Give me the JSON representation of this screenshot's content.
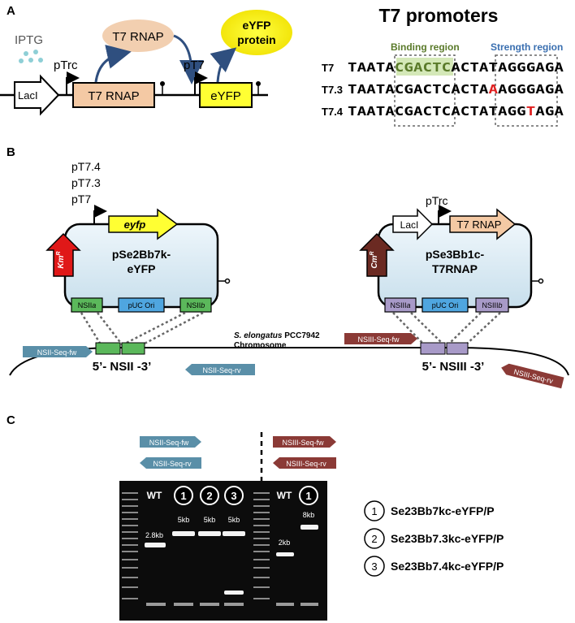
{
  "panel_a": {
    "label": "A",
    "iptg": "IPTG",
    "p_trc": "pTrc",
    "lacI": "LacI",
    "t7_rnap_gene": "T7 RNAP",
    "t7_rnap_protein": "T7 RNAP",
    "p_t7": "pT7",
    "eyfp_gene": "eYFP",
    "eyfp_protein_line1": "eYFP",
    "eyfp_protein_line2": "protein",
    "promoters_title": "T7 promoters",
    "binding_region": "Binding region",
    "strength_region": "Strength region",
    "promoters": [
      {
        "name": "T7",
        "seq_before": "TAATA",
        "seq_bind": "CGACTC",
        "seq_mid": "ACTATAGG",
        "seq_mut": "",
        "seq_after": "GAGA"
      },
      {
        "name": "T7.3",
        "seq_before": "TAATA",
        "seq_bind": "CGACTC",
        "seq_mid": "ACTA",
        "seq_mut": "A",
        "seq_after": "AGGGAGA"
      },
      {
        "name": "T7.4",
        "seq_before": "TAATA",
        "seq_bind": "CGACTC",
        "seq_mid": "ACTATAGG",
        "seq_mut": "T",
        "seq_after": "AGA"
      }
    ],
    "colors": {
      "binding_bg": "#d4e8b8",
      "binding_text": "#5a7a2a",
      "strength_text": "#3a6fb0",
      "mutation": "#e02020"
    }
  },
  "panel_b": {
    "label": "B",
    "promoter_variants": [
      "pT7.4",
      "pT7.3",
      "pT7"
    ],
    "plasmid1": {
      "gene": "eyfp",
      "name_line1": "pSe2Bb7k-",
      "name_line2": "eYFP",
      "marker": "Km",
      "marker_sup": "R",
      "nsl_a": "NSII",
      "nsl_a_suffix": "a",
      "ori": "pUC Ori",
      "nsl_b": "NSII",
      "nsl_b_suffix": "b"
    },
    "plasmid2": {
      "promoter": "pTrc",
      "lacI": "LacI",
      "gene": "T7 RNAP",
      "name_line1": "pSe3Bb1c-",
      "name_line2": "T7RNAP",
      "marker": "Cm",
      "marker_sup": "R",
      "nsl_a": "NSIII",
      "nsl_a_suffix": "a",
      "ori": "pUC Ori",
      "nsl_b": "NSIII",
      "nsl_b_suffix": "b"
    },
    "chromosome_line1": "S. elongatus",
    "chromosome_line1b": " PCC7942",
    "chromosome_line2": "Chromosome",
    "site1": "5’- NSII -3’",
    "site2": "5’- NSIII -3’",
    "primers": {
      "nsii_fw": "NSII-Seq-fw",
      "nsii_rv": "NSII-Seq-rv",
      "nsiii_fw": "NSIII-Seq-fw",
      "nsiii_rv": "NSIII-Seq-rv"
    }
  },
  "panel_c": {
    "label": "C",
    "primers_left": [
      "NSII-Seq-fw",
      "NSII-Seq-rv"
    ],
    "primers_right": [
      "NSIII-Seq-fw",
      "NSIII-Seq-rv"
    ],
    "lanes_left": [
      "WT",
      "1",
      "2",
      "3"
    ],
    "lanes_right": [
      "WT",
      "1"
    ],
    "band_labels_left": [
      "2.8kb",
      "5kb",
      "5kb",
      "5kb"
    ],
    "band_labels_right": [
      "2kb",
      "8kb"
    ],
    "legend": [
      {
        "num": "1",
        "label": "Se23Bb7kc-eYFP/P"
      },
      {
        "num": "2",
        "label": "Se23Bb7.3kc-eYFP/P"
      },
      {
        "num": "3",
        "label": "Se23Bb7.4kc-eYFP/P"
      }
    ]
  }
}
